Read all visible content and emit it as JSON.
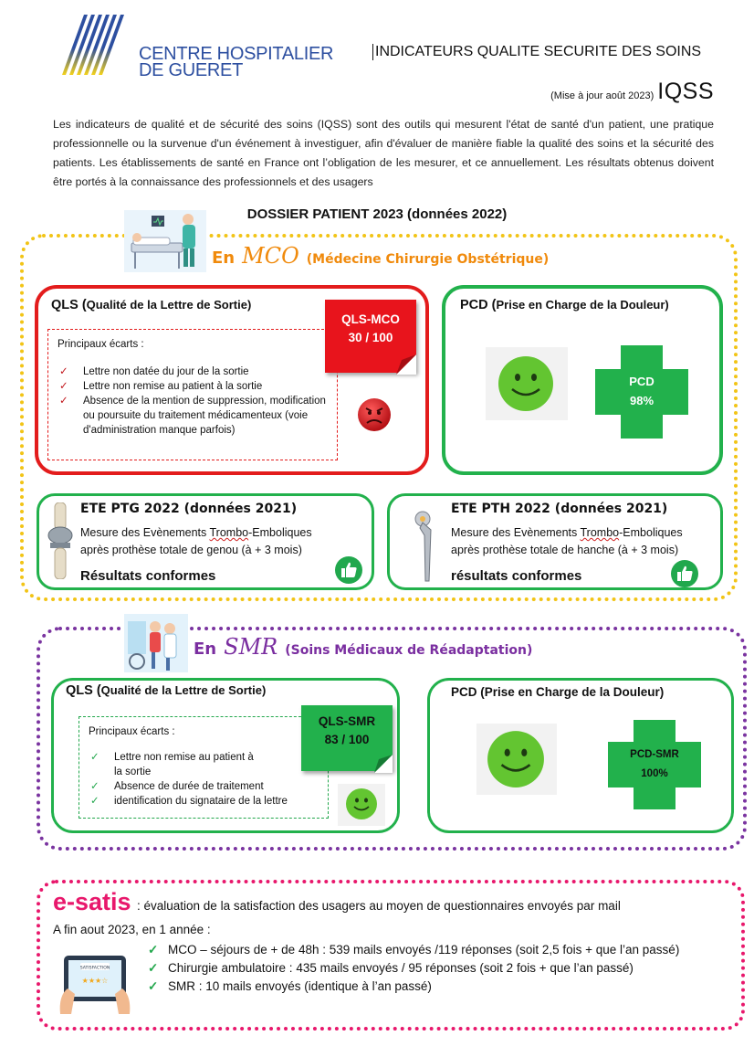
{
  "header": {
    "logo_line1": "CENTRE HOSPITALIER",
    "logo_line2": "DE GUERET",
    "title": "INDICATEURS QUALITE SECURITE DES SOINS",
    "update": "(Mise à jour août 2023)",
    "acronym": "IQSS"
  },
  "intro": "Les indicateurs de qualité et de sécurité des soins (IQSS) sont des outils qui mesurent l'état de santé d'un patient, une pratique professionnelle ou la survenue d'un événement à investiguer, afin d'évaluer de manière fiable la qualité des soins et la sécurité des patients. Les établissements de santé en France ont l’obligation de les mesurer, et ce annuellement. Les résultats obtenus doivent être portés à la connaissance des professionnels et des usagers",
  "dossier_title": "DOSSIER PATIENT 2023 (données 2022)",
  "mco": {
    "en": "En",
    "acronym": "MCO",
    "full": "(Médecine Chirurgie Obstétrique)",
    "qls": {
      "title": "QLS (",
      "title_sub": "Qualité de la Lettre de Sortie)",
      "box_title": "Principaux écarts :",
      "items": [
        "Lettre non datée du jour de la sortie",
        "Lettre non remise au patient à la sortie",
        "Absence de la mention de suppression, modification ou poursuite du traitement médicamenteux (voie d'administration manque parfois)"
      ],
      "stamp_label": "QLS-MCO",
      "stamp_value": "30 / 100"
    },
    "pcd": {
      "title": "PCD (",
      "title_sub": "Prise en Charge de la Douleur)",
      "cross_label": "PCD",
      "cross_value": "98%"
    },
    "ptg": {
      "title": "ETE PTG 2022  (données 2021)",
      "desc_prefix": "Mesure des Evènements ",
      "desc_under": "Trombo",
      "desc_rest": "-Emboliques",
      "desc_line2": "après prothèse totale de genou (à + 3 mois)",
      "result": "Résultats conformes"
    },
    "pth": {
      "title": "ETE PTH 2022  (données 2021)",
      "desc_prefix": "Mesure des Evènements ",
      "desc_under": "Trombo",
      "desc_rest": "-Emboliques",
      "desc_line2": "après prothèse totale de hanche (à + 3 mois)",
      "result": "résultats conformes"
    }
  },
  "smr": {
    "en": "En",
    "acronym": "SMR",
    "full": "(Soins Médicaux de Réadaptation)",
    "qls": {
      "title": "QLS (",
      "title_sub": "Qualité de la Lettre de Sortie)",
      "box_title": "Principaux écarts :",
      "items": [
        "Lettre non remise au patient à la sortie",
        "Absence de durée de traitement",
        "identification du signataire de la lettre"
      ],
      "stamp_label": "QLS-SMR",
      "stamp_value": "83 / 100"
    },
    "pcd": {
      "title": "PCD (Prise en Charge de la Douleur)",
      "cross_label": "PCD-SMR",
      "cross_value": "100%"
    }
  },
  "esatis": {
    "title": "e-satis",
    "subtitle": ": évaluation de la satisfaction des usagers au moyen de questionnaires envoyés par mail",
    "period": "A fin aout 2023, en 1 année :",
    "items": [
      "MCO – séjours de + de 48h : 539 mails envoyés /119 réponses (soit 2,5 fois + que l’an passé)",
      "Chirurgie ambulatoire : 435 mails envoyés / 95 réponses (soit 2 fois + que l’an passé)",
      "SMR : 10 mails envoyés (identique à l’an passé)"
    ],
    "tablet_label": "SATISFACTION"
  },
  "colors": {
    "logo_blue": "#2d4fa0",
    "mco_orange": "#f08a0c",
    "mco_frame": "#f2c416",
    "smr_purple": "#7a34a0",
    "alert_red": "#e31c1c",
    "ok_green": "#22b14c",
    "esatis_pink": "#e8186c"
  }
}
